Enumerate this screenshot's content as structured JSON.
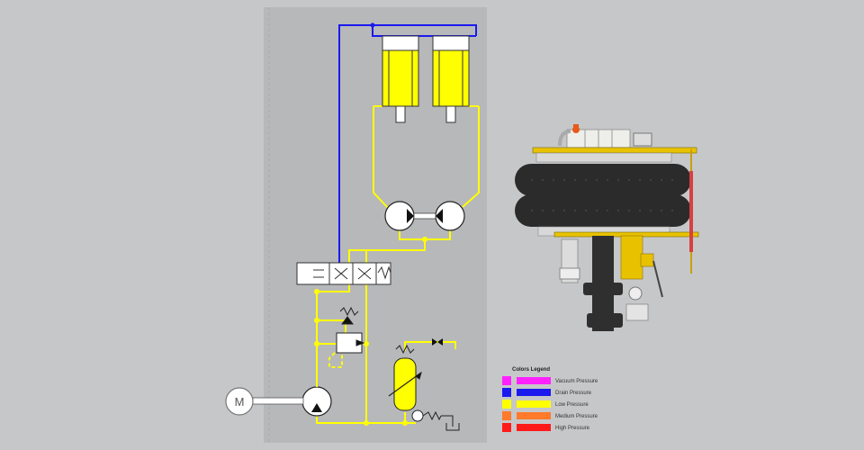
{
  "schematic": {
    "motor_label": "M"
  },
  "legend": {
    "title": "Colors Legend",
    "items": [
      {
        "label": "Vacuum Pressure",
        "color": "#ff22ff"
      },
      {
        "label": "Drain Pressure",
        "color": "#1a1aee"
      },
      {
        "label": "Low Pressure",
        "color": "#ffff00"
      },
      {
        "label": "Medium Pressure",
        "color": "#ff7a2a"
      },
      {
        "label": "High Pressure",
        "color": "#ff1a1a"
      }
    ]
  },
  "colors": {
    "background": "#c6c7c9",
    "panel": "#b7b8ba",
    "low_pressure_line": "#ffff00",
    "drain_line": "#1a1aee",
    "airbag": "#2b2b2b",
    "brass": "#e8c200"
  }
}
